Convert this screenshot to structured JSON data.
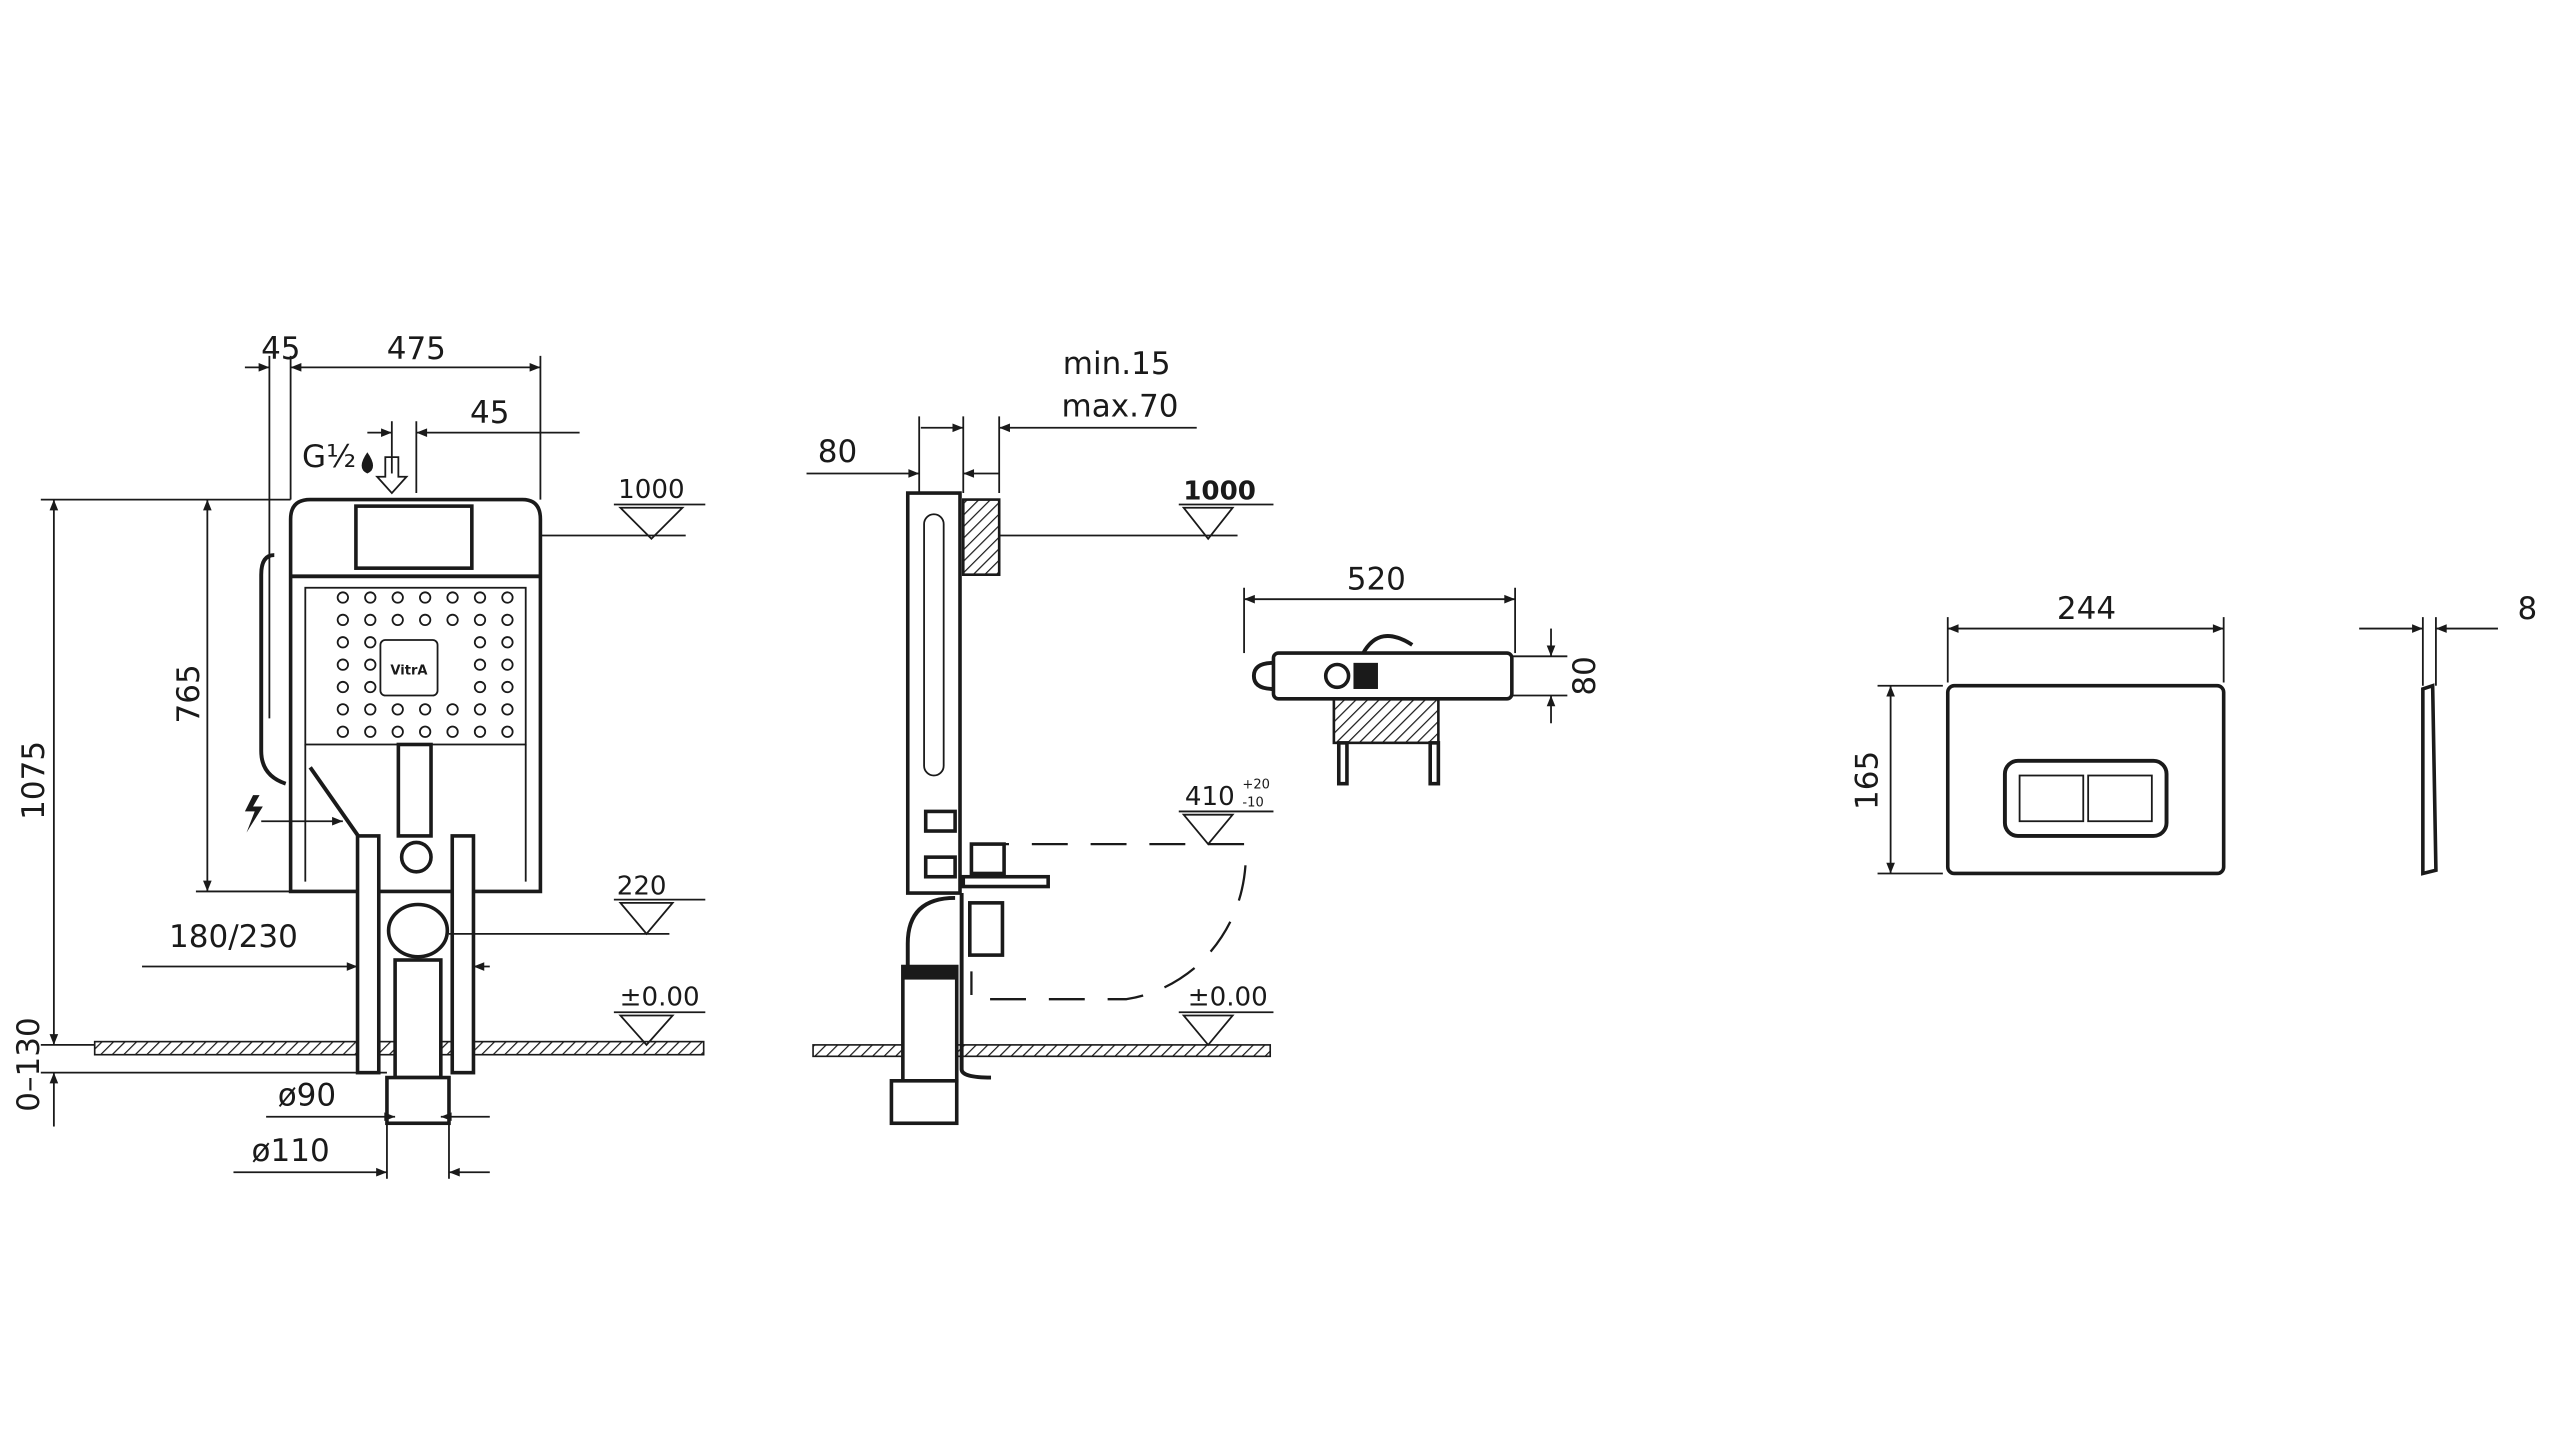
{
  "front_view": {
    "dim_top_offset": "45",
    "dim_width": "475",
    "dim_inlet_offset": "45",
    "inlet_label": "G½",
    "dim_total_height": "1075",
    "dim_tank_height": "765",
    "dim_floor_range": "0–130",
    "dim_leg_spacing": "180/230",
    "dim_pipe_inner": "ø90",
    "dim_pipe_outer": "ø110",
    "level_top": "1000",
    "level_mid": "220",
    "level_floor": "±0.00",
    "logo": "VitrA"
  },
  "side_view": {
    "dim_depth": "80",
    "dim_wall_min": "min.15",
    "dim_wall_max": "max.70",
    "level_top": "1000",
    "level_bowl": "410",
    "level_bowl_tol_plus": "+20",
    "level_bowl_tol_minus": "-10",
    "level_floor": "±0.00"
  },
  "top_view": {
    "dim_width": "520",
    "dim_depth": "80"
  },
  "flush_plate": {
    "dim_width": "244",
    "dim_height": "165",
    "dim_thickness": "8"
  }
}
